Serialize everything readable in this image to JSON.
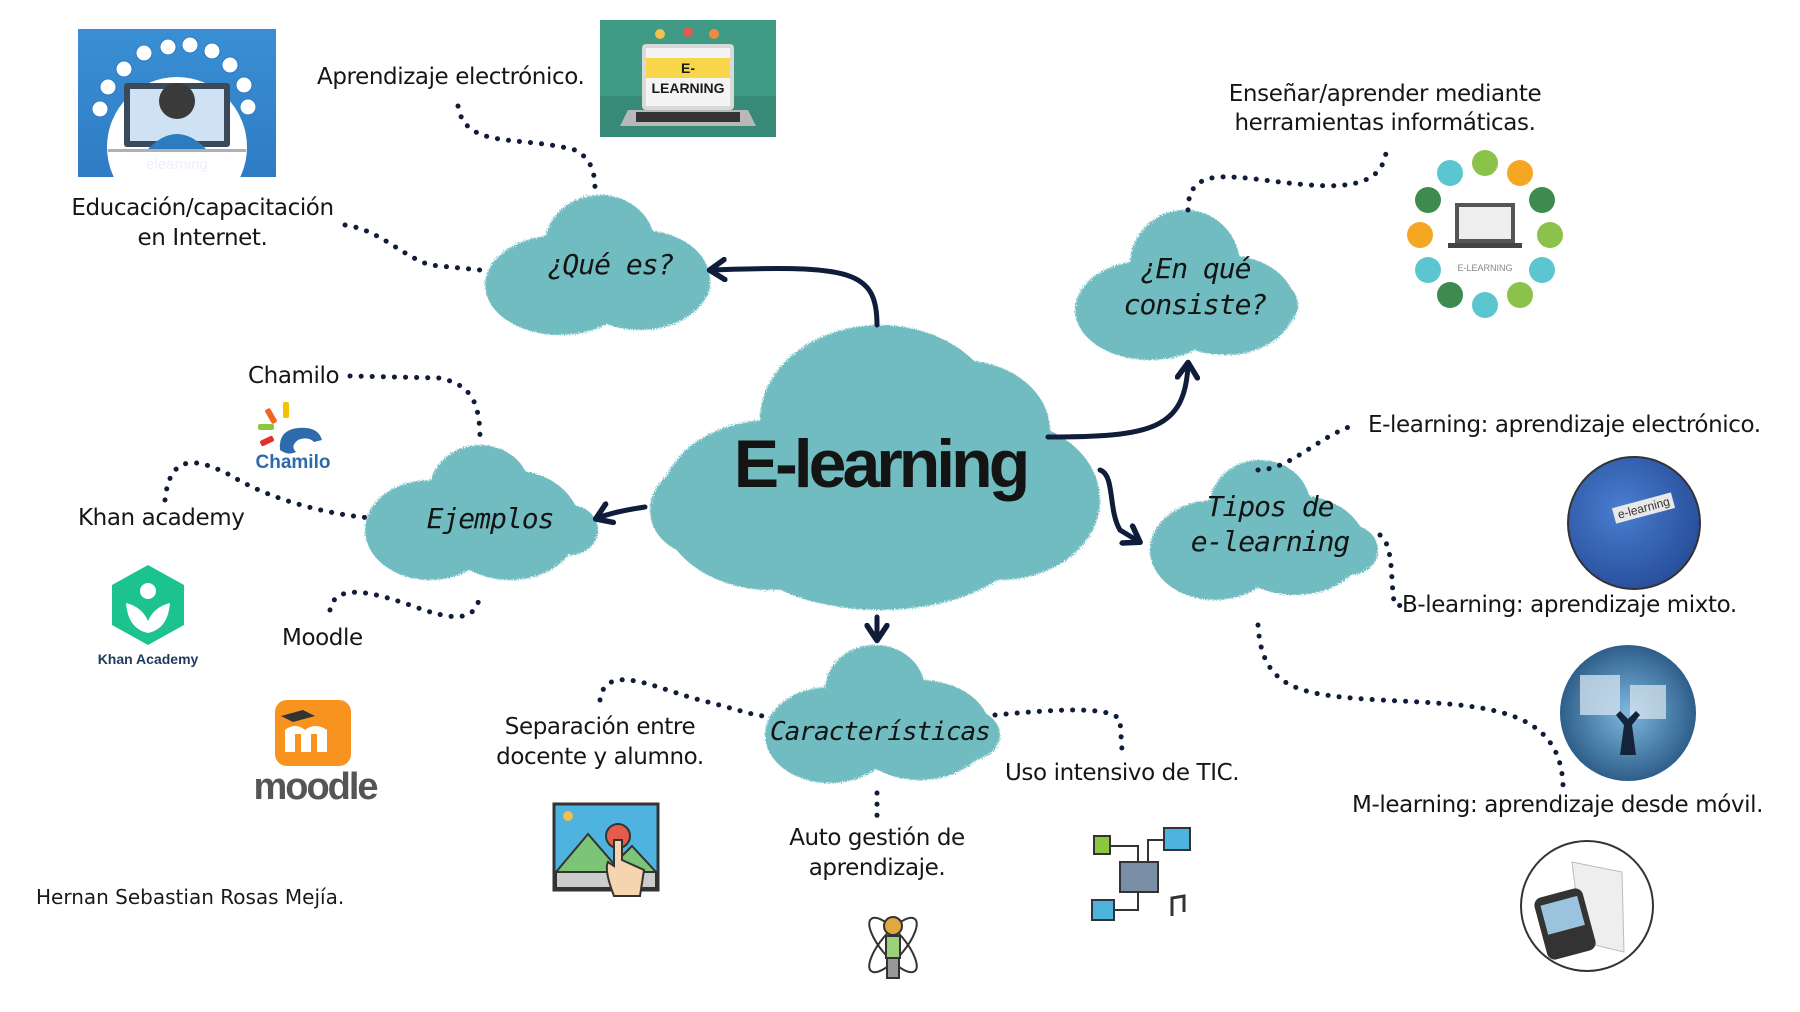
{
  "title": "E-learning",
  "colors": {
    "cloud": "#6fbcc1",
    "connector": "#0f1c3a",
    "text": "#161616"
  },
  "nodes": {
    "center": "E-learning",
    "que_es": "¿Qué es?",
    "en_que_consiste": [
      "¿En qué",
      "consiste?"
    ],
    "ejemplos": "Ejemplos",
    "tipos": [
      "Tipos de",
      "e-learning"
    ],
    "caracteristicas": "Características"
  },
  "que_es": {
    "items": [
      "Aprendizaje electrónico.",
      "Educación/capacitación",
      "en Internet."
    ]
  },
  "en_que_consiste": {
    "items": [
      "Enseñar/aprender mediante",
      "herramientas informáticas."
    ],
    "image_caption": "E-LEARNING"
  },
  "ejemplos": {
    "items": [
      "Chamilo",
      "Khan academy",
      "Moodle"
    ],
    "logos": {
      "chamilo": "Chamilo",
      "khan": "Khan Academy",
      "moodle": "moodle"
    }
  },
  "tipos": {
    "items": [
      "E-learning: aprendizaje electrónico.",
      "B-learning: aprendizaje mixto.",
      "M-learning: aprendizaje desde móvil."
    ],
    "globe_tag": "e-learning"
  },
  "caracteristicas": {
    "items": [
      "Separación entre",
      "docente y alumno.",
      "Auto gestión de",
      "aprendizaje.",
      "Uso intensivo de TIC."
    ]
  },
  "images": {
    "elearning_person_caption": "elearning",
    "laptop_banner": "E-LEARNING"
  },
  "author": "Hernan Sebastian Rosas Mejía."
}
